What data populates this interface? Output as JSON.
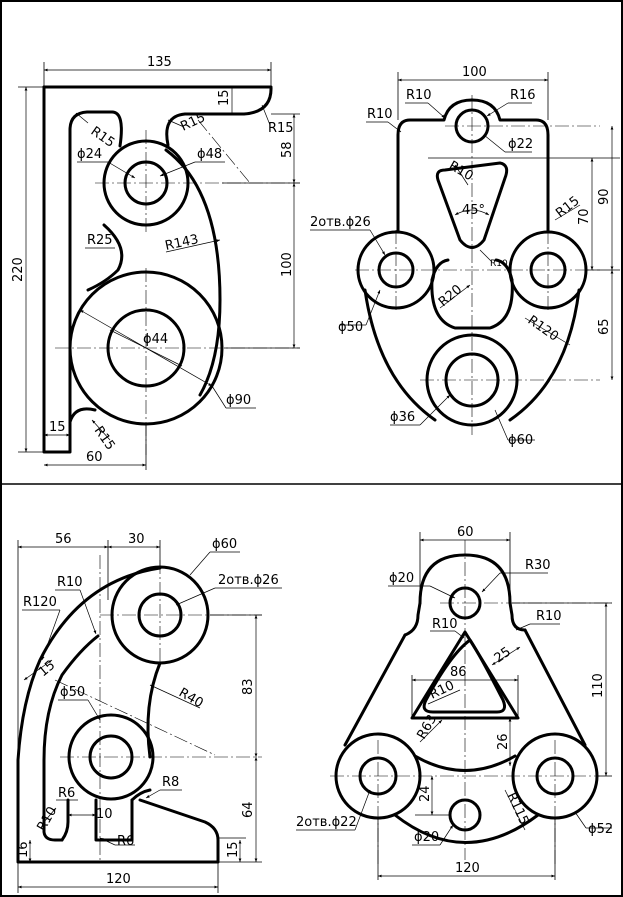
{
  "drawing1": {
    "dims": {
      "d135": "135",
      "d15top": "15",
      "dR15right": "R15",
      "d58": "58",
      "dR15a": "R15",
      "dR15b": "R15",
      "dphi24": "ϕ24",
      "dphi48": "ϕ48",
      "d220": "220",
      "dR25": "R25",
      "dR143": "R143",
      "d100": "100",
      "dphi44": "ϕ44",
      "dphi90": "ϕ90",
      "d15bot": "15",
      "dR15bot": "R15",
      "d60": "60"
    }
  },
  "drawing2": {
    "dims": {
      "d100": "100",
      "dR10a": "R10",
      "dR16": "R16",
      "dR10b": "R10",
      "dphi22": "ϕ22",
      "dR10c": "R10",
      "d90": "90",
      "d70": "70",
      "dR15": "R15",
      "d45": "45°",
      "holes": "2отв.ϕ26",
      "dR10d": "R10",
      "dR20": "R20",
      "dphi50": "ϕ50",
      "dR120": "R120",
      "d65": "65",
      "dphi36": "ϕ36",
      "dphi60": "ϕ60"
    }
  },
  "drawing3": {
    "dims": {
      "d56": "56",
      "d30": "30",
      "dphi60": "ϕ60",
      "dR10a": "R10",
      "holes": "2отв.ϕ26",
      "dR120": "R120",
      "d15": "15",
      "dR40": "R40",
      "d83": "83",
      "dphi50": "ϕ50",
      "dR8": "R8",
      "dR6a": "R6",
      "d10": "10",
      "dR10b": "R10",
      "dR6b": "R6",
      "d64": "64",
      "d16": "16",
      "d15b": "15",
      "d120": "120"
    }
  },
  "drawing4": {
    "dims": {
      "d60": "60",
      "dphi20a": "ϕ20",
      "dR30": "R30",
      "dR10a": "R10",
      "dR10b": "R10",
      "d86": "86",
      "d25": "25",
      "dR10c": "R10",
      "d110": "110",
      "dR63": "R63",
      "d26": "26",
      "d24": "24",
      "dR115": "R115",
      "holes": "2отв.ϕ22",
      "dphi20b": "ϕ20",
      "dphi52": "ϕ52",
      "d120": "120"
    }
  },
  "colors": {
    "ink": "#000000",
    "paper": "#ffffff"
  }
}
